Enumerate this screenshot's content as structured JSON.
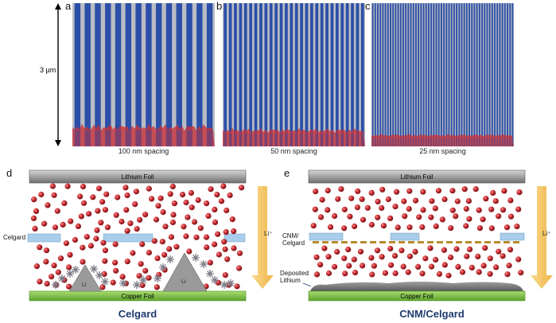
{
  "panels": {
    "a": {
      "letter": "a",
      "caption": "100 nm spacing",
      "stripes": 14
    },
    "b": {
      "letter": "b",
      "caption": "50 nm spacing",
      "stripes": 28
    },
    "c": {
      "letter": "c",
      "caption": "25 nm spacing",
      "stripes": 56
    },
    "d": {
      "letter": "d",
      "title": "Celgard",
      "top_foil": "Lithium Foil",
      "bottom_foil": "Copper Foil",
      "separator_label": "Celgard",
      "li_label": "Li",
      "arrow_label": "Li⁺"
    },
    "e": {
      "letter": "e",
      "title": "CNM/Celgard",
      "top_foil": "Lithium Foil",
      "bottom_foil": "Copper Foil",
      "separator_label_line1": "CNM/",
      "separator_label_line2": "Celgard",
      "deposit_label_line1": "Deposited",
      "deposit_label_line2": "Lithium",
      "arrow_label": "Li⁺"
    }
  },
  "scale_label": "3 μm",
  "colors": {
    "stripe_blue": "#2b4fa8",
    "stripe_gray": "#b9bcc4",
    "deposit_red": "#c8323a",
    "ion_red": "#c0282e",
    "copper_green": "#7fc24a",
    "lithium_gray": "#8c8c8c",
    "separator_blue": "#a9cdea",
    "arrow_gold": "#f4c565",
    "title_blue": "#1f3a6e"
  }
}
